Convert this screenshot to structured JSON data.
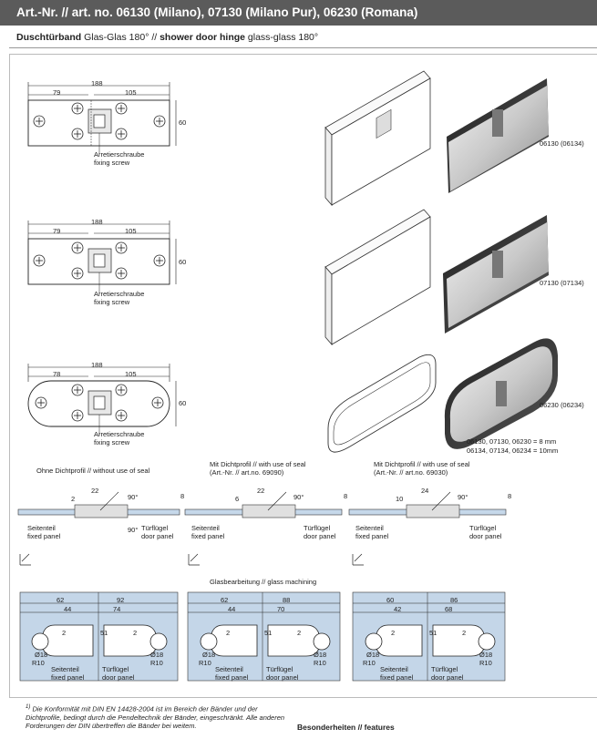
{
  "header": {
    "title": "Art.-Nr. // art. no. 06130 (Milano), 07130 (Milano Pur), 06230 (Romana)",
    "subtitle_bold": "Duschtürband",
    "subtitle_rest": " Glas-Glas 180° // ",
    "subtitle_bold2": "shower door hinge",
    "subtitle_rest2": " glass-glass 180°"
  },
  "drawings": [
    {
      "dim_total": "188",
      "dim_left": "79",
      "dim_right": "105",
      "dim_height": "60",
      "label_de": "Arretierschraube",
      "label_en": "fixing screw",
      "caption": "06130 (06134)"
    },
    {
      "dim_total": "188",
      "dim_left": "79",
      "dim_right": "105",
      "dim_height": "60",
      "label_de": "Arretierschraube",
      "label_en": "fixing screw",
      "caption": "07130 (07134)"
    },
    {
      "dim_total": "188",
      "dim_left": "78",
      "dim_right": "105",
      "dim_height": "60",
      "label_de": "Arretierschraube",
      "label_en": "fixing screw",
      "caption": "06230 (06234)"
    }
  ],
  "thickness": {
    "line1": "06130, 07130, 06230 = 8 mm",
    "line2": "06134, 07134, 06234 = 10mm"
  },
  "seal_sections": [
    {
      "title": "Ohne Dichtprofil // without use of seal",
      "title2": "",
      "d_gap": "2",
      "d_width": "22",
      "angle": "90°",
      "angle2": "90°",
      "d_glass": "8",
      "fixed_de": "Seitenteil",
      "fixed_en": "fixed panel",
      "door_de": "Türflügel",
      "door_en": "door panel"
    },
    {
      "title": "Mit Dichtprofil // with use of seal",
      "title2": "(Art.-Nr. // art.no. 69090)",
      "d_gap": "6",
      "d_width": "22",
      "angle": "90°",
      "angle2": "",
      "d_glass": "8",
      "fixed_de": "Seitenteil",
      "fixed_en": "fixed panel",
      "door_de": "Türflügel",
      "door_en": "door panel"
    },
    {
      "title": "Mit Dichtprofil // with use of seal",
      "title2": "(Art.-Nr. // art.no. 69030)",
      "d_gap": "10",
      "d_width": "24",
      "angle": "90°",
      "angle2": "",
      "d_glass": "8",
      "fixed_de": "Seitenteil",
      "fixed_en": "fixed panel",
      "door_de": "Türflügel",
      "door_en": "door panel"
    }
  ],
  "machining": {
    "title": "Glasbearbeitung // glass machining",
    "items": [
      {
        "a": "62",
        "b": "44",
        "c": "92",
        "d": "74",
        "e": "2",
        "f": "51",
        "g": "2",
        "dia_l": "Ø18",
        "r_l": "R10",
        "dia_r": "Ø18",
        "r_r": "R10",
        "fixed_de": "Seitenteil",
        "fixed_en": "fixed panel",
        "door_de": "Türflügel",
        "door_en": "door panel"
      },
      {
        "a": "62",
        "b": "44",
        "c": "88",
        "d": "70",
        "e": "2",
        "f": "51",
        "g": "2",
        "dia_l": "Ø18",
        "r_l": "R10",
        "dia_r": "Ø18",
        "r_r": "R10",
        "fixed_de": "Seitenteil",
        "fixed_en": "fixed panel",
        "door_de": "Türflügel",
        "door_en": "door panel"
      },
      {
        "a": "60",
        "b": "42",
        "c": "86",
        "d": "68",
        "e": "2",
        "f": "51",
        "g": "2",
        "dia_l": "Ø18",
        "r_l": "R10",
        "dia_r": "Ø18",
        "r_r": "R10",
        "fixed_de": "Seitenteil",
        "fixed_en": "fixed panel",
        "door_de": "Türflügel",
        "door_en": "door panel"
      }
    ]
  },
  "footnote": {
    "mark": "1)",
    "text": "Die Konformität mit DIN EN 14428-2004 ist im Bereich der Bänder und der Dichtprofile, bedingt durch die Pendeltechnik der Bänder, eingeschränkt. Alle anderen Forderungen der DIN übertreffen die Bänder bei weitem."
  },
  "features_label": "Besonderheiten // features"
}
